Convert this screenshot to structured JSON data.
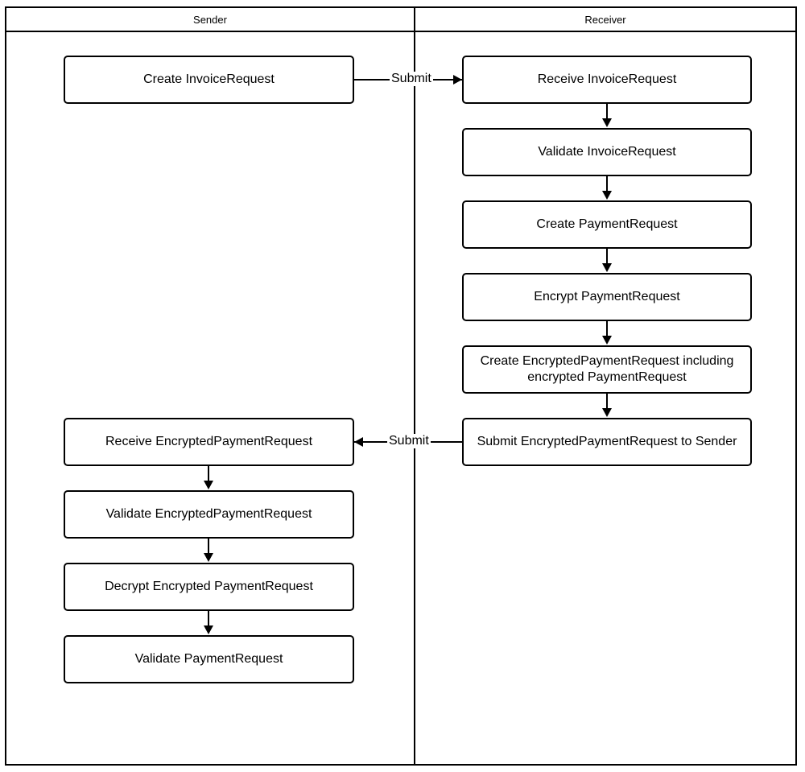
{
  "diagram": {
    "type": "swimlane-flowchart",
    "lanes": [
      {
        "id": "sender",
        "label": "Sender"
      },
      {
        "id": "receiver",
        "label": "Receiver"
      }
    ],
    "nodes": [
      {
        "id": "n1",
        "lane": "sender",
        "label": "Create InvoiceRequest"
      },
      {
        "id": "n2",
        "lane": "receiver",
        "label": "Receive InvoiceRequest"
      },
      {
        "id": "n3",
        "lane": "receiver",
        "label": "Validate InvoiceRequest"
      },
      {
        "id": "n4",
        "lane": "receiver",
        "label": "Create PaymentRequest"
      },
      {
        "id": "n5",
        "lane": "receiver",
        "label": "Encrypt PaymentRequest"
      },
      {
        "id": "n6",
        "lane": "receiver",
        "label": "Create EncryptedPaymentRequest including encrypted PaymentRequest"
      },
      {
        "id": "n7",
        "lane": "receiver",
        "label": "Submit EncryptedPaymentRequest to Sender"
      },
      {
        "id": "n8",
        "lane": "sender",
        "label": "Receive EncryptedPaymentRequest"
      },
      {
        "id": "n9",
        "lane": "sender",
        "label": "Validate EncryptedPaymentRequest"
      },
      {
        "id": "n10",
        "lane": "sender",
        "label": "Decrypt Encrypted PaymentRequest"
      },
      {
        "id": "n11",
        "lane": "sender",
        "label": "Validate PaymentRequest"
      }
    ],
    "edges": [
      {
        "id": "e1",
        "from": "n1",
        "to": "n2",
        "label": "Submit",
        "direction": "right"
      },
      {
        "id": "e2",
        "from": "n2",
        "to": "n3",
        "label": "",
        "direction": "down"
      },
      {
        "id": "e3",
        "from": "n3",
        "to": "n4",
        "label": "",
        "direction": "down"
      },
      {
        "id": "e4",
        "from": "n4",
        "to": "n5",
        "label": "",
        "direction": "down"
      },
      {
        "id": "e5",
        "from": "n5",
        "to": "n6",
        "label": "",
        "direction": "down"
      },
      {
        "id": "e6",
        "from": "n6",
        "to": "n7",
        "label": "",
        "direction": "down"
      },
      {
        "id": "e7",
        "from": "n7",
        "to": "n8",
        "label": "Submit",
        "direction": "left"
      },
      {
        "id": "e8",
        "from": "n8",
        "to": "n9",
        "label": "",
        "direction": "down"
      },
      {
        "id": "e9",
        "from": "n9",
        "to": "n10",
        "label": "",
        "direction": "down"
      },
      {
        "id": "e10",
        "from": "n10",
        "to": "n11",
        "label": "",
        "direction": "down"
      }
    ],
    "edge_labels": {
      "submit_top": "Submit",
      "submit_bottom": "Submit"
    },
    "colors": {
      "stroke": "#000000",
      "fill": "#ffffff",
      "text": "#000000"
    }
  }
}
